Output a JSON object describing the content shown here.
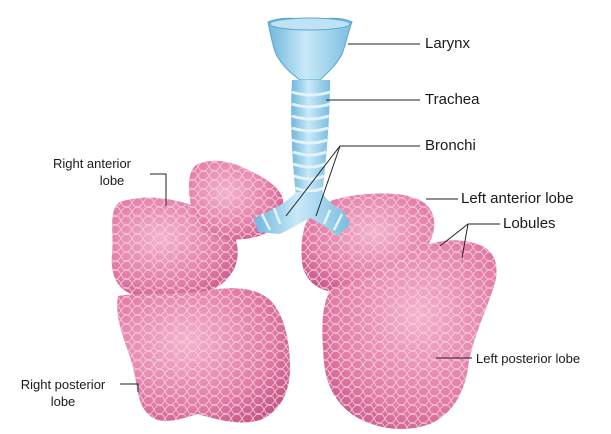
{
  "labels": {
    "larynx": "Larynx",
    "trachea": "Trachea",
    "bronchi": "Bronchi",
    "left_anterior_lobe": "Left anterior lobe",
    "lobules": "Lobules",
    "left_posterior_lobe": "Left posterior lobe",
    "right_anterior_lobe_line1": "Right anterior",
    "right_anterior_lobe_line2": "lobe",
    "right_posterior_lobe_line1": "Right posterior",
    "right_posterior_lobe_line2": "lobe"
  },
  "colors": {
    "lung_fill": "#e889b0",
    "lung_shade": "#c85a8a",
    "lung_highlight": "#f6c3d8",
    "lobule_lines": "#f4c6d9",
    "airway_fill": "#a8d8f0",
    "airway_shade": "#6fb6dc",
    "airway_rings": "#d8eefa",
    "leader_line": "#222222"
  },
  "icons": {
    "lungs": "lungs-illustration",
    "airway": "larynx-trachea-bronchi-illustration"
  }
}
